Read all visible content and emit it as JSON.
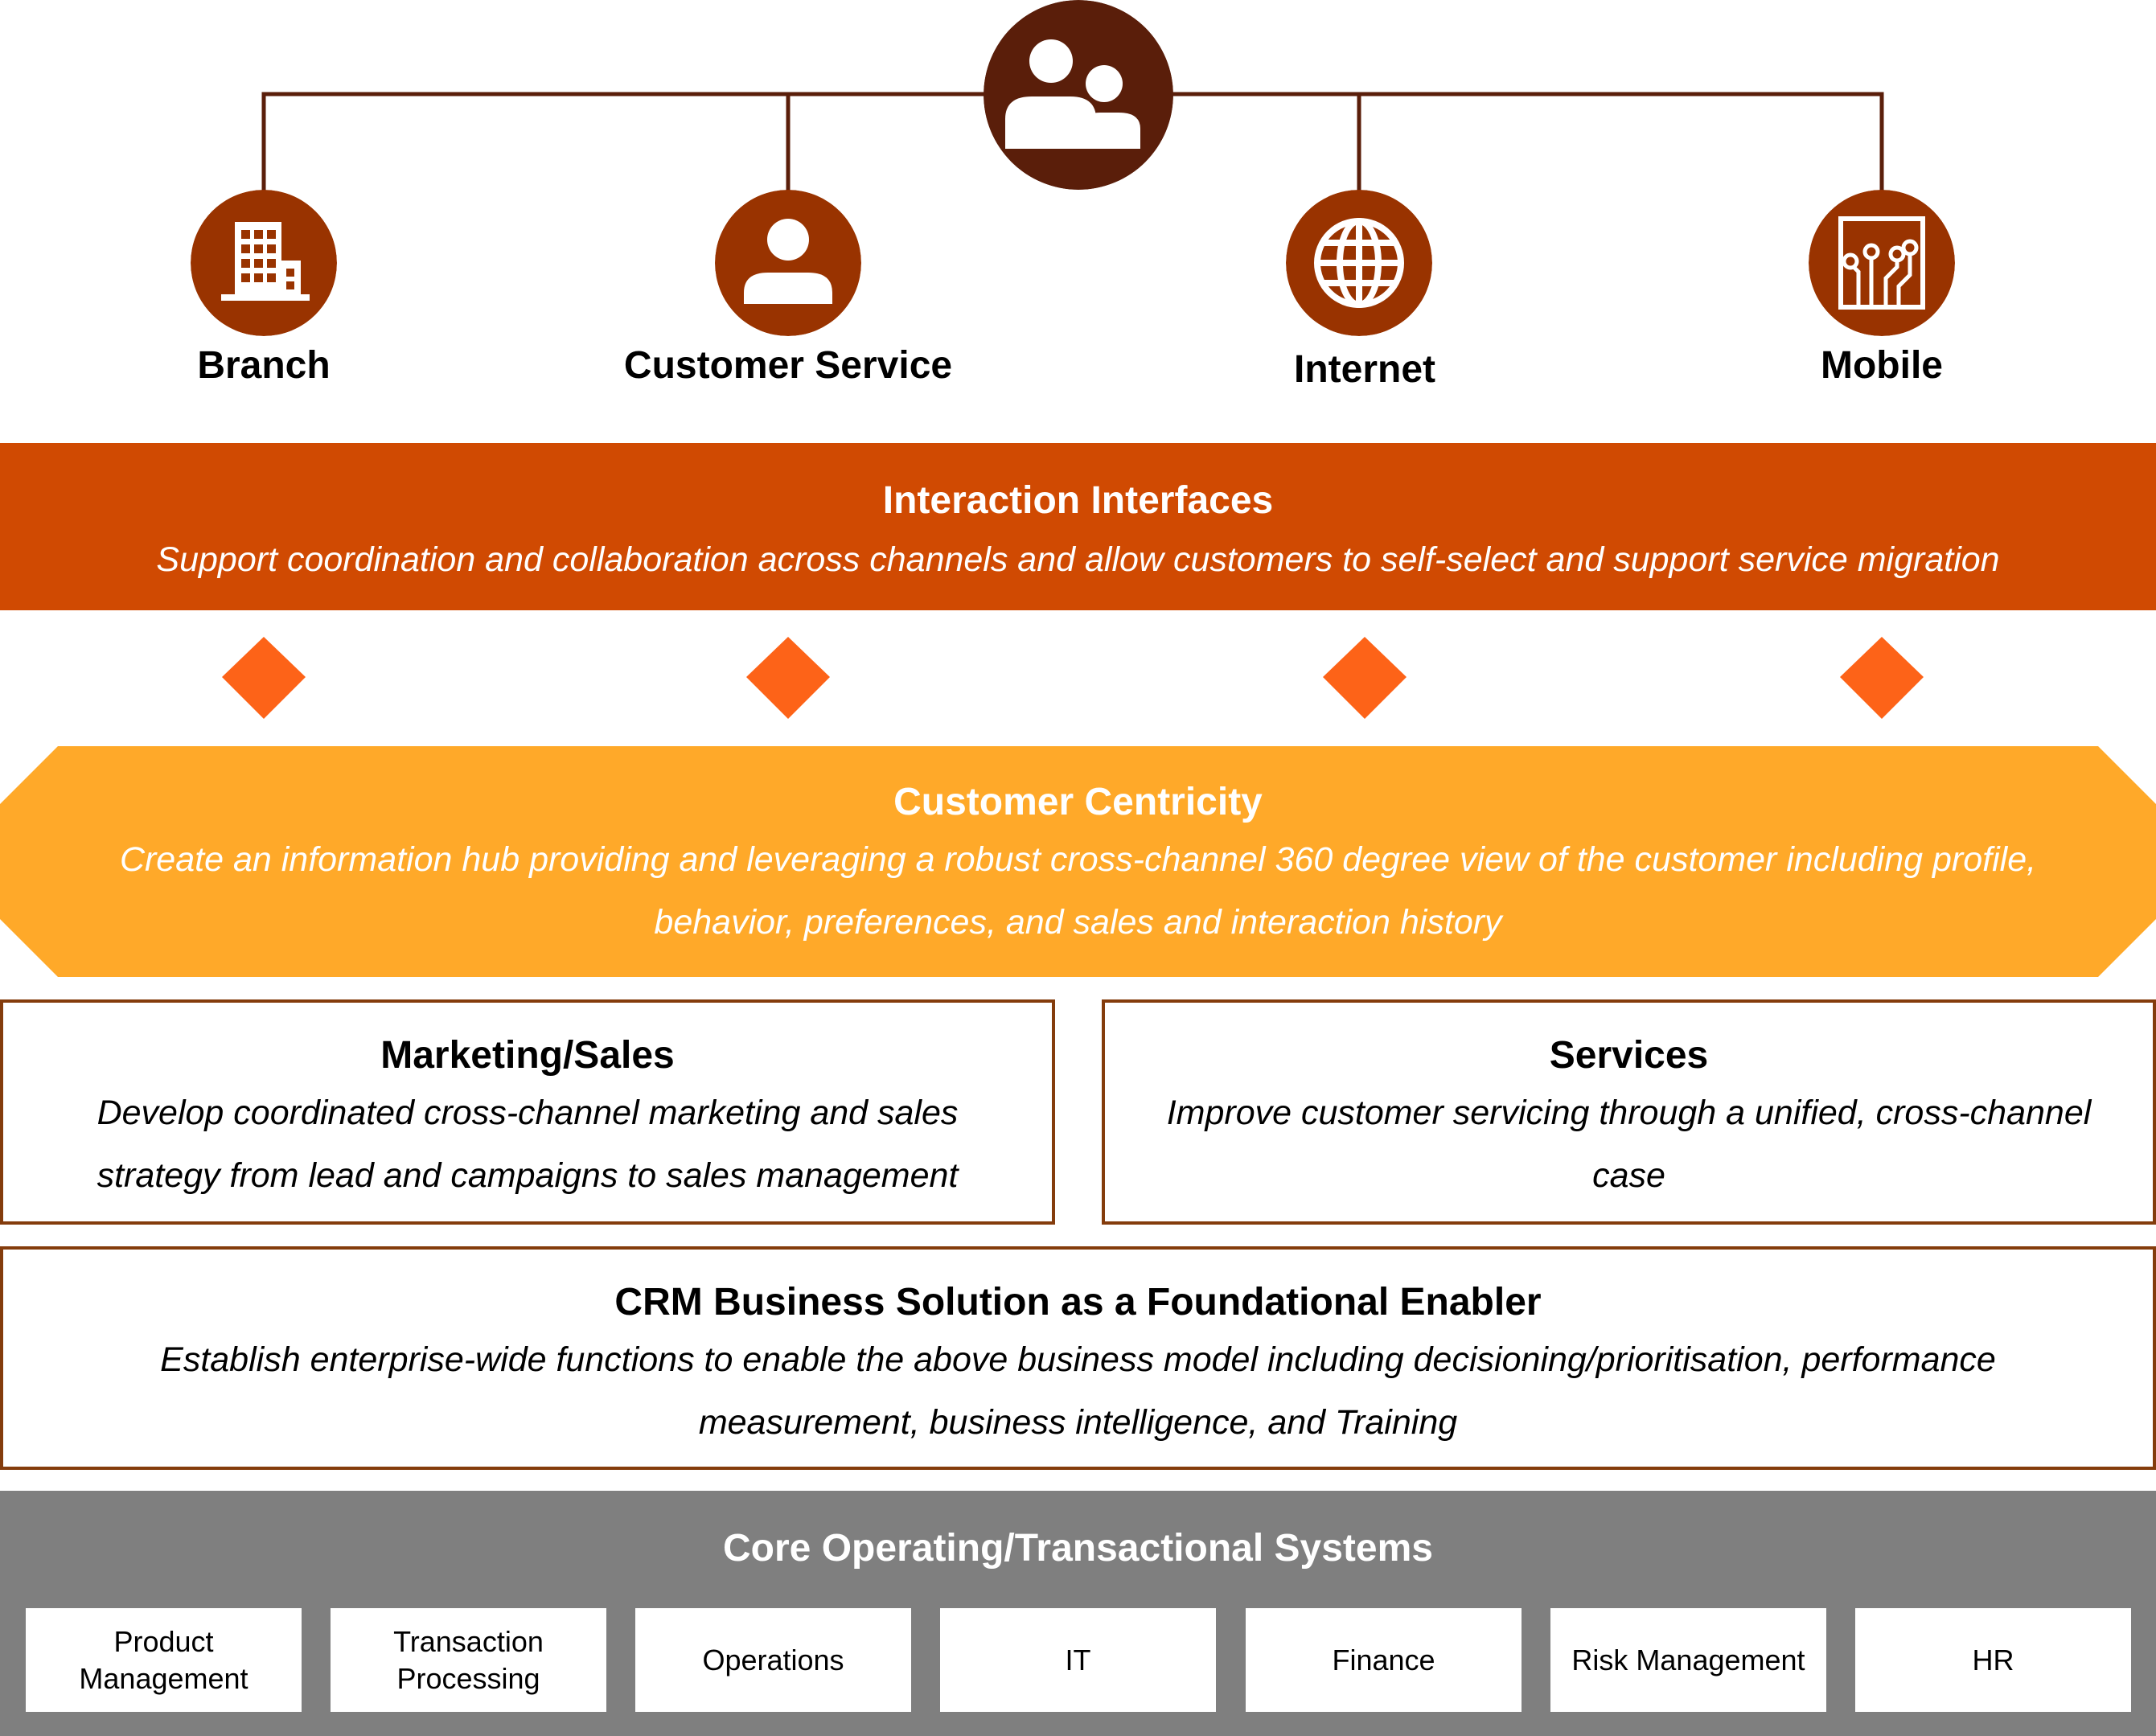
{
  "hub": {
    "icon": "people-group-icon",
    "color": "#5a1e0a"
  },
  "channels": [
    {
      "label": "Branch",
      "icon": "building-icon"
    },
    {
      "label": "Customer Service",
      "icon": "person-icon"
    },
    {
      "label": "Internet",
      "icon": "globe-icon"
    },
    {
      "label": "Mobile",
      "icon": "circuit-icon"
    }
  ],
  "colors": {
    "channel_icon": "#993300",
    "interaction_band": "#d04a02",
    "diamond": "#fd6318",
    "centricity_band": "#ffa929",
    "box_border": "#843c0c",
    "core_band": "#7f7f7f"
  },
  "interaction": {
    "title": "Interaction Interfaces",
    "subtitle": "Support coordination and collaboration across channels and allow customers to self-select and support service migration"
  },
  "centricity": {
    "title": "Customer Centricity",
    "subtitle_line1": "Create an information hub providing and leveraging a robust cross-channel 360 degree view of the customer including profile,",
    "subtitle_line2": "behavior, preferences, and sales and interaction history"
  },
  "marketing": {
    "title": "Marketing/Sales",
    "line1": "Develop coordinated cross-channel marketing and sales",
    "line2": "strategy from lead and campaigns to sales management"
  },
  "services": {
    "title": "Services",
    "line1": "Improve customer servicing through a unified, cross-channel",
    "line2": "case"
  },
  "crm": {
    "title": "CRM Business Solution as a Foundational Enabler",
    "line1": "Establish enterprise-wide functions to enable the above business model including decisioning/prioritisation, performance",
    "line2": "measurement, business intelligence, and Training"
  },
  "core": {
    "title": "Core Operating/Transactional Systems",
    "items": [
      {
        "line1": "Product",
        "line2": "Management"
      },
      {
        "line1": "Transaction",
        "line2": "Processing"
      },
      {
        "line1": "Operations",
        "line2": ""
      },
      {
        "line1": "IT",
        "line2": ""
      },
      {
        "line1": "Finance",
        "line2": ""
      },
      {
        "line1": "Risk Management",
        "line2": ""
      },
      {
        "line1": "HR",
        "line2": ""
      }
    ]
  }
}
